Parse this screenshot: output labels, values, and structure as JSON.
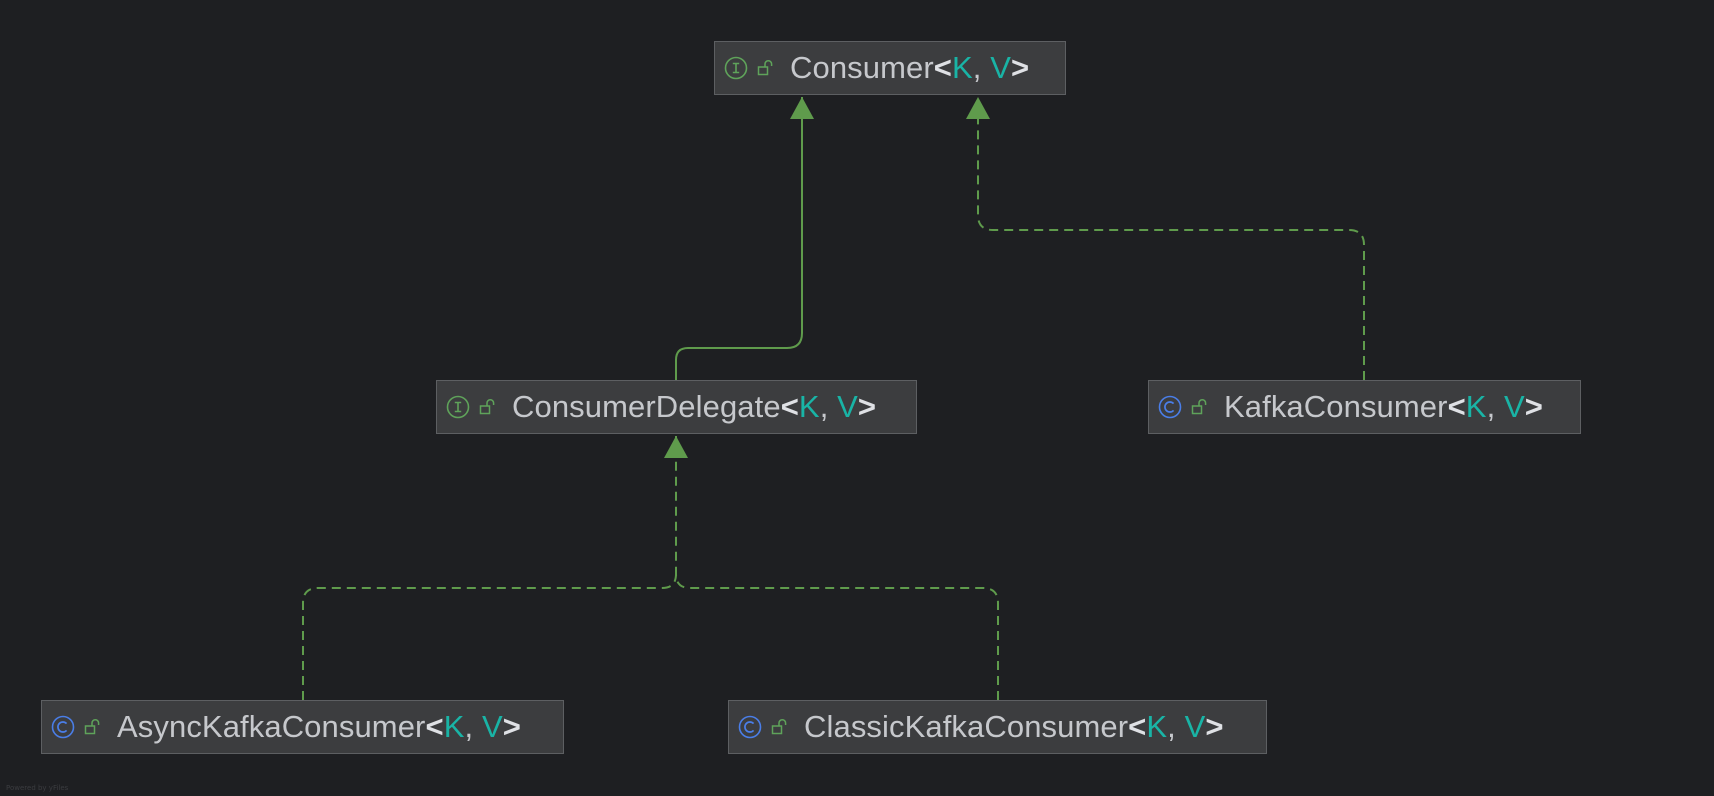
{
  "diagram": {
    "nodes": [
      {
        "id": "consumer",
        "kind": "interface",
        "kind_icon": "interface-icon",
        "name": "Consumer",
        "type_params": [
          "K",
          "V"
        ]
      },
      {
        "id": "consumer-delegate",
        "kind": "interface",
        "kind_icon": "interface-icon",
        "name": "ConsumerDelegate",
        "type_params": [
          "K",
          "V"
        ]
      },
      {
        "id": "kafka-consumer",
        "kind": "class",
        "kind_icon": "class-icon",
        "name": "KafkaConsumer",
        "type_params": [
          "K",
          "V"
        ]
      },
      {
        "id": "async-kafka-consumer",
        "kind": "class",
        "kind_icon": "class-icon",
        "name": "AsyncKafkaConsumer",
        "type_params": [
          "K",
          "V"
        ]
      },
      {
        "id": "classic-kafka-consumer",
        "kind": "class",
        "kind_icon": "class-icon",
        "name": "ClassicKafkaConsumer",
        "type_params": [
          "K",
          "V"
        ]
      }
    ],
    "edges": [
      {
        "from": "consumer-delegate",
        "to": "consumer",
        "relation": "extends",
        "style": "solid"
      },
      {
        "from": "kafka-consumer",
        "to": "consumer",
        "relation": "implements",
        "style": "dashed"
      },
      {
        "from": "async-kafka-consumer",
        "to": "consumer-delegate",
        "relation": "implements",
        "style": "dashed"
      },
      {
        "from": "classic-kafka-consumer",
        "to": "consumer-delegate",
        "relation": "implements",
        "style": "dashed"
      }
    ],
    "footer": "Powered by yFiles"
  },
  "colors": {
    "background": "#1e1f22",
    "node_fill": "#3c3d3f",
    "node_border": "#5d5f62",
    "edge": "#5f9b4c",
    "interface_icon": "#5fa35a",
    "class_icon": "#4a7ee8",
    "type_param": "#19b4a6",
    "name_text": "#c6c8cc"
  }
}
